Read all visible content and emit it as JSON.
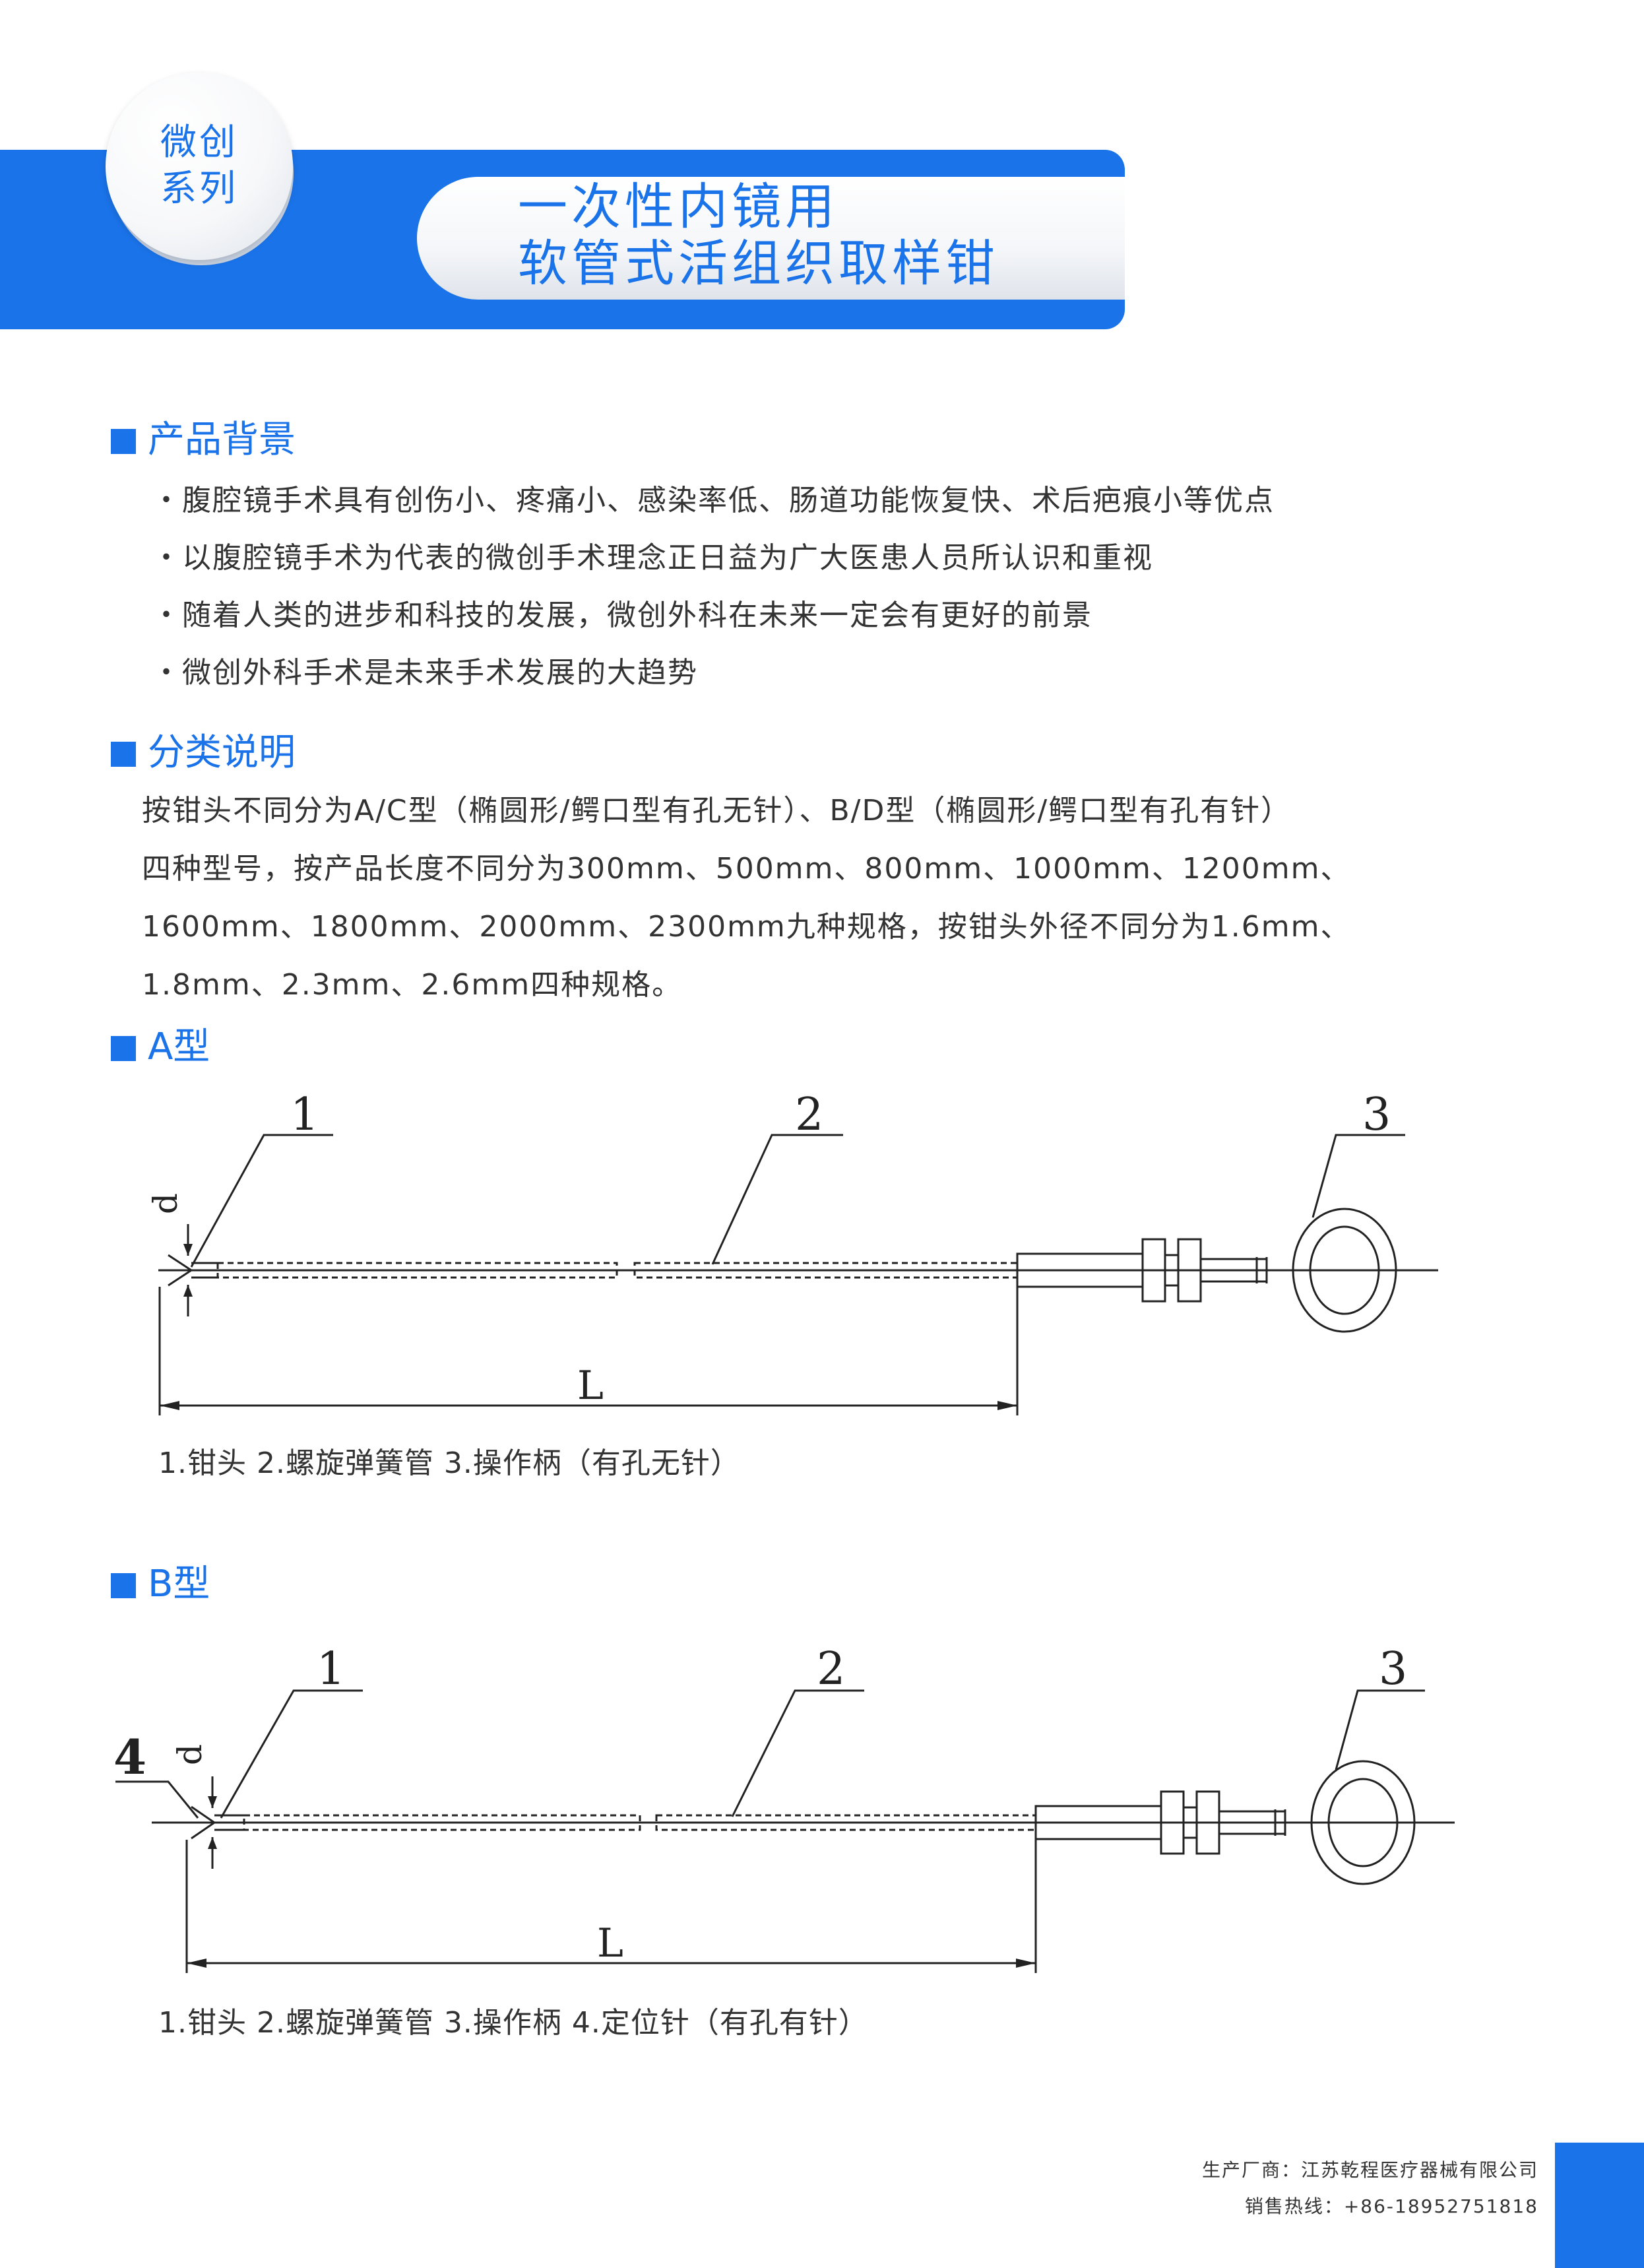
{
  "header": {
    "badge": [
      "微创",
      "系列"
    ],
    "title": [
      "一次性内镜用",
      "软管式活组织取样钳"
    ]
  },
  "sections": {
    "background": {
      "heading": "产品背景",
      "bullets": [
        "・腹腔镜手术具有创伤小、疼痛小、感染率低、肠道功能恢复快、术后疤痕小等优点",
        "・以腹腔镜手术为代表的微创手术理念正日益为广大医患人员所认识和重视",
        "・随着人类的进步和科技的发展，微创外科在未来一定会有更好的前景",
        "・微创外科手术是未来手术发展的大趋势"
      ]
    },
    "classification": {
      "heading": "分类说明",
      "lines": [
        "按钳头不同分为A/C型（椭圆形/鳄口型有孔无针）、B/D型（椭圆形/鳄口型有孔有针）",
        "四种型号，按产品长度不同分为300mm、500mm、800mm、1000mm、1200mm、",
        "1600mm、1800mm、2000mm、2300mm九种规格，按钳头外径不同分为1.6mm、",
        "1.8mm、2.3mm、2.6mm四种规格。"
      ]
    },
    "type_a": {
      "heading": "A型",
      "callouts": [
        "1",
        "2",
        "3"
      ],
      "dim_d": "d",
      "dim_l": "L",
      "legend": "1.钳头   2.螺旋弹簧管   3.操作柄（有孔无针）"
    },
    "type_b": {
      "heading": "B型",
      "callouts": [
        "1",
        "2",
        "3",
        "4"
      ],
      "dim_d": "d",
      "dim_l": "L",
      "legend": "1.钳头   2.螺旋弹簧管   3.操作柄   4.定位针（有孔有针）"
    }
  },
  "footer": {
    "manufacturer": "生产厂商：江苏乾程医疗器械有限公司",
    "hotline": "销售热线：+86-18952751818"
  },
  "colors": {
    "brand": "#1a73e8",
    "text": "#333333"
  }
}
